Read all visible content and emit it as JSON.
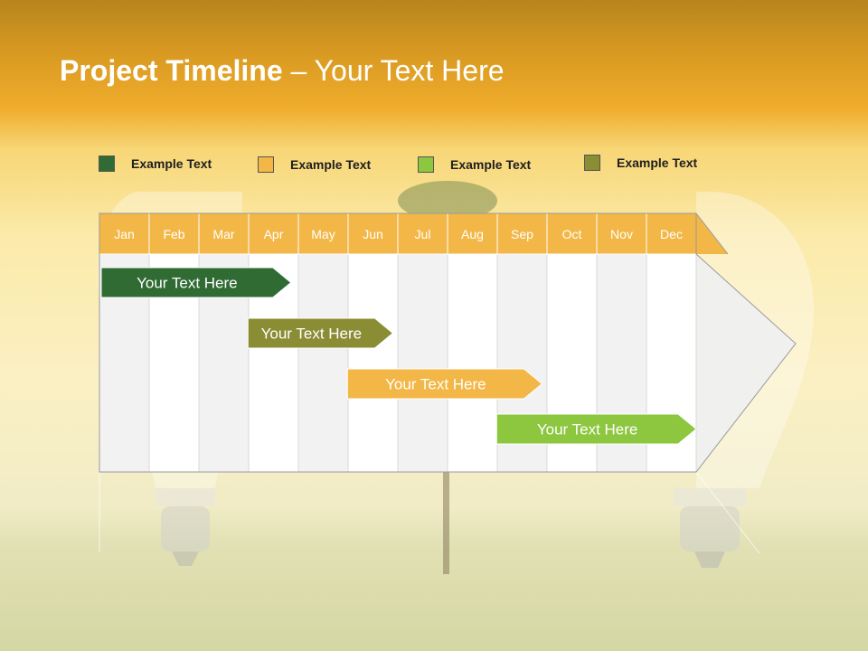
{
  "title": {
    "bold": "Project Timeline",
    "rest": " – Your Text Here"
  },
  "legend": [
    {
      "label": "Example Text",
      "color": "#2f6b33"
    },
    {
      "label": "Example Text",
      "color": "#f3b747"
    },
    {
      "label": "Example Text",
      "color": "#8dc63f"
    },
    {
      "label": "Example Text",
      "color": "#8b8d35"
    }
  ],
  "timeline": {
    "months": [
      "Jan",
      "Feb",
      "Mar",
      "Apr",
      "May",
      "Jun",
      "Jul",
      "Aug",
      "Sep",
      "Oct",
      "Nov",
      "Dec"
    ],
    "header_color": "#f3b747",
    "tasks": [
      {
        "label": "Your  Text Here",
        "start": 0.0,
        "end": 3.85,
        "color": "#2f6b33"
      },
      {
        "label": "Your  Text Here",
        "start": 2.95,
        "end": 5.9,
        "color": "#8b8d35"
      },
      {
        "label": "Your  Text Here",
        "start": 4.95,
        "end": 8.9,
        "color": "#f3b747"
      },
      {
        "label": "Your  Text Here",
        "start": 7.95,
        "end": 12.0,
        "color": "#8dc63f"
      }
    ]
  }
}
